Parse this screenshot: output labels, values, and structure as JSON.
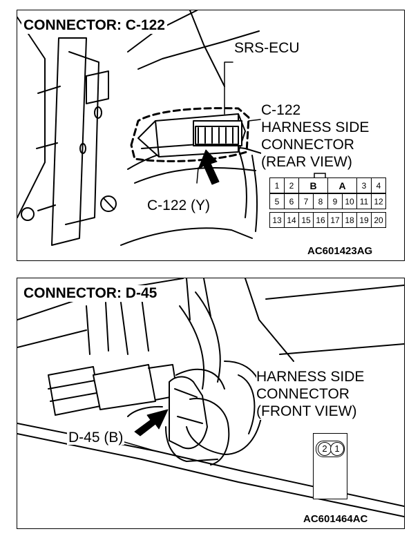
{
  "top_panel": {
    "title": "CONNECTOR: C-122",
    "ecu_label": "SRS-ECU",
    "connector_desc": [
      "C-122",
      "HARNESS SIDE",
      "CONNECTOR",
      "(REAR VIEW)"
    ],
    "connector_tag": "C-122 (Y)",
    "figure_code": "AC601423AG",
    "pin_rows": [
      [
        "1",
        "2",
        "B",
        "A",
        "3",
        "4"
      ],
      [
        "5",
        "6",
        "7",
        "8",
        "9",
        "10",
        "11",
        "12"
      ],
      [
        "13",
        "14",
        "15",
        "16",
        "17",
        "18",
        "19",
        "20"
      ]
    ]
  },
  "bottom_panel": {
    "title": "CONNECTOR: D-45",
    "connector_desc": [
      "HARNESS SIDE",
      "CONNECTOR",
      "(FRONT VIEW)"
    ],
    "connector_tag": "D-45 (B)",
    "figure_code": "AC601464AC",
    "pins": [
      "2",
      "1"
    ]
  }
}
